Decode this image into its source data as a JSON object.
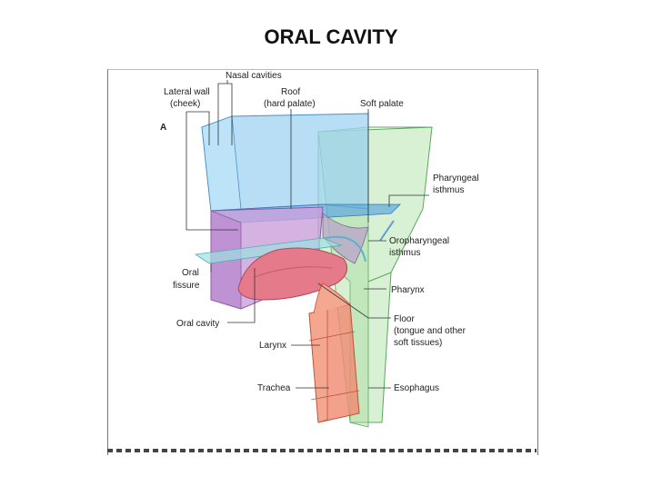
{
  "title": "ORAL CAVITY",
  "figure": {
    "panel_letter": "A",
    "labels": {
      "nasal_cavities": "Nasal cavities",
      "lateral_wall_1": "Lateral wall",
      "lateral_wall_2": "(cheek)",
      "roof_1": "Roof",
      "roof_2": "(hard palate)",
      "soft_palate": "Soft palate",
      "pharyngeal_isthmus_1": "Pharyngeal",
      "pharyngeal_isthmus_2": "isthmus",
      "oropharyngeal_isthmus_1": "Oropharyngeal",
      "oropharyngeal_isthmus_2": "isthmus",
      "oral_fissure_1": "Oral",
      "oral_fissure_2": "fissure",
      "pharynx": "Pharynx",
      "oral_cavity": "Oral cavity",
      "floor_1": "Floor",
      "floor_2": "(tongue and other",
      "floor_3": "soft tissues)",
      "larynx": "Larynx",
      "trachea": "Trachea",
      "esophagus": "Esophagus"
    },
    "colors": {
      "nasal": "#9fd3f0",
      "oral": "#c9a0dc",
      "pharynx": "#b8e6b0",
      "larynx": "#f08a70",
      "tongue": "#e57a8a"
    }
  }
}
